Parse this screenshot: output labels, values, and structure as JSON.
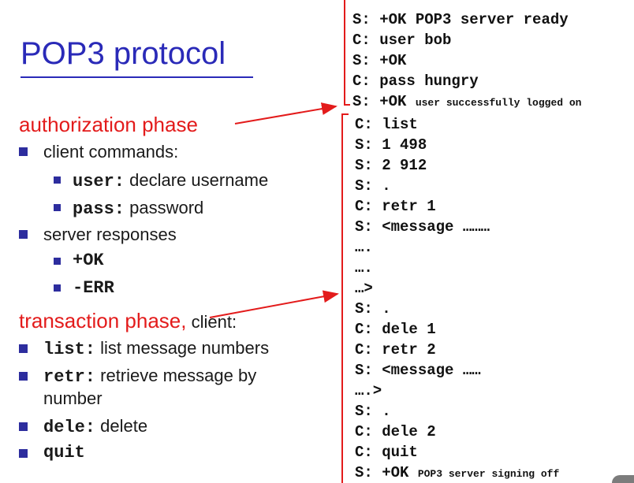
{
  "title": "POP3 protocol",
  "authorization": {
    "heading": "authorization phase",
    "client_commands": "client commands:",
    "user_cmd": "user:",
    "user_desc": " declare username",
    "pass_cmd": "pass:",
    "pass_desc": " password",
    "server_responses": "server responses",
    "ok": "+OK",
    "err": "-ERR"
  },
  "transaction": {
    "heading": "transaction phase,",
    "heading_suffix": " client:",
    "list_cmd": "list:",
    "list_desc": " list message numbers",
    "retr_cmd": "retr:",
    "retr_desc_1": " retrieve message by",
    "retr_desc_2": "number",
    "dele_cmd": "dele:",
    "dele_desc": " delete",
    "quit_cmd": "quit"
  },
  "auth_transcript": [
    {
      "main": "S: +OK POP3 server ready",
      "small": ""
    },
    {
      "main": "C: user bob",
      "small": ""
    },
    {
      "main": "S: +OK",
      "small": ""
    },
    {
      "main": "C: pass hungry",
      "small": ""
    },
    {
      "main": "S: +OK ",
      "small": "user successfully logged on"
    }
  ],
  "trans_transcript": [
    {
      "main": "C: list",
      "small": ""
    },
    {
      "main": "S: 1 498",
      "small": ""
    },
    {
      "main": "S: 2 912",
      "small": ""
    },
    {
      "main": "S: .",
      "small": ""
    },
    {
      "main": "C: retr 1",
      "small": ""
    },
    {
      "main": "S: <message ………",
      "small": ""
    },
    {
      "main": "  ….",
      "small": ""
    },
    {
      "main": "  ….",
      "small": ""
    },
    {
      "main": "  …>",
      "small": ""
    },
    {
      "main": "S: .",
      "small": ""
    },
    {
      "main": "C: dele 1",
      "small": ""
    },
    {
      "main": "C: retr 2",
      "small": ""
    },
    {
      "main": "S: <message ……",
      "small": ""
    },
    {
      "main": "  ….>",
      "small": ""
    },
    {
      "main": "S: .",
      "small": ""
    },
    {
      "main": "C: dele 2",
      "small": ""
    },
    {
      "main": "C: quit",
      "small": ""
    },
    {
      "main": "S: +OK ",
      "small": "POP3 server signing off"
    }
  ],
  "colors": {
    "title": "#2a2ab8",
    "phase": "#e31b1b",
    "bullet": "#2d2d9e",
    "bracket": "#e31b1b"
  }
}
